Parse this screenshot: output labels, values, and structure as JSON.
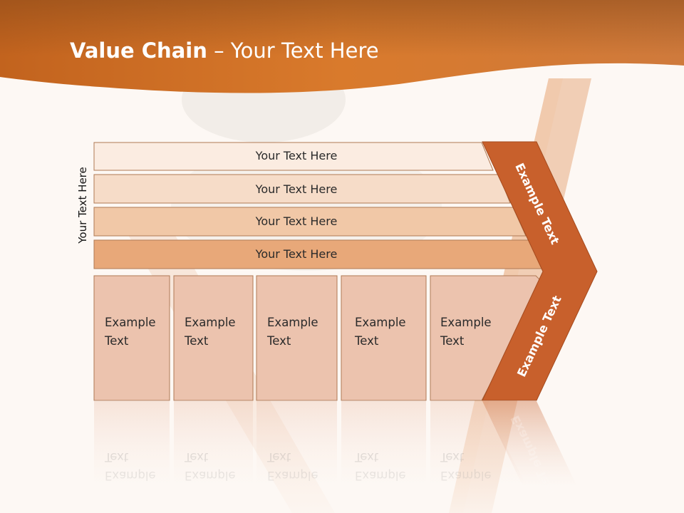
{
  "slide": {
    "title_bold": "Value Chain",
    "title_rest": " – Your Text Here",
    "side_label": "Your Text Here"
  },
  "rows": [
    {
      "text": "Your Text Here",
      "fill": "#fbece1"
    },
    {
      "text": "Your Text Here",
      "fill": "#f6dcc8"
    },
    {
      "text": "Your Text Here",
      "fill": "#f1c8a7"
    },
    {
      "text": "Your Text Here",
      "fill": "#e8a879"
    }
  ],
  "boxes": [
    {
      "line1": "Example",
      "line2": "Text"
    },
    {
      "line1": "Example",
      "line2": "Text"
    },
    {
      "line1": "Example",
      "line2": "Text"
    },
    {
      "line1": "Example",
      "line2": "Text"
    },
    {
      "line1": "Example",
      "line2": "Text"
    }
  ],
  "chevron": {
    "upper_text": "Example Text",
    "lower_text": "Example Text",
    "color": "#c8602c"
  },
  "colors": {
    "header_orange": "#d4772e",
    "box_fill": "#ecc3ae",
    "background": "#fdf8f4"
  }
}
